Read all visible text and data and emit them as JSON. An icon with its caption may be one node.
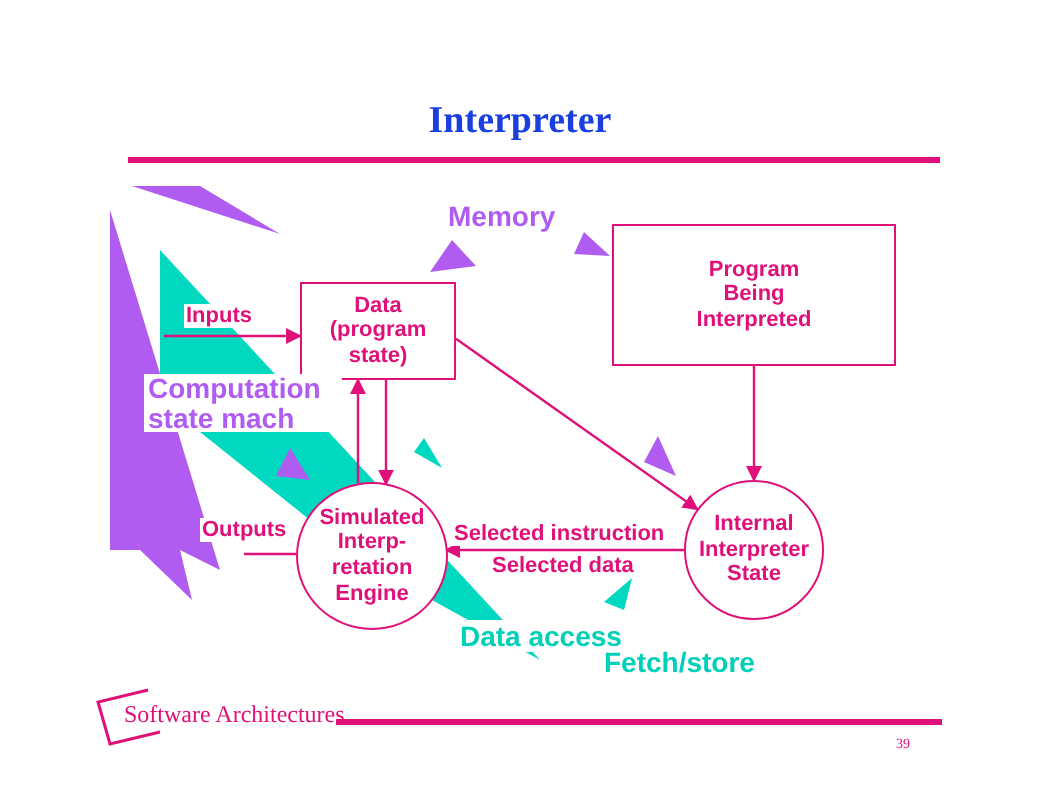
{
  "diagram": {
    "title": "Interpreter",
    "nodes": [
      {
        "text": [
          "Data (program state)"
        ]
      },
      {
        "text": [
          "Program Being Interpreted"
        ]
      },
      {
        "text": [
          "Simulated Interp- retation Engine"
        ]
      },
      {
        "text": [
          "Internal Interpreter State"
        ]
      }
    ],
    "edges": [
      {
        "from": null,
        "to": 0,
        "arrow": "to",
        "label": "Inputs"
      },
      {
        "from": 0,
        "to": 2,
        "arrow": "to"
      },
      {
        "from": 2,
        "to": 0,
        "arrow": "to"
      },
      {
        "from": 0,
        "to": 3,
        "arrow": "to"
      },
      {
        "from": 1,
        "to": 3,
        "arrow": "to"
      },
      {
        "from": 3,
        "to": 2,
        "arrow": "to",
        "label": "Selected instruction"
      },
      {
        "from": 2,
        "to": null,
        "arrow": "none",
        "label": "Outputs"
      }
    ],
    "labels": [
      "Memory",
      "Computation state mach",
      "Selected data",
      "Data access",
      "Fetch/store",
      "Software Architectures",
      "39"
    ]
  }
}
